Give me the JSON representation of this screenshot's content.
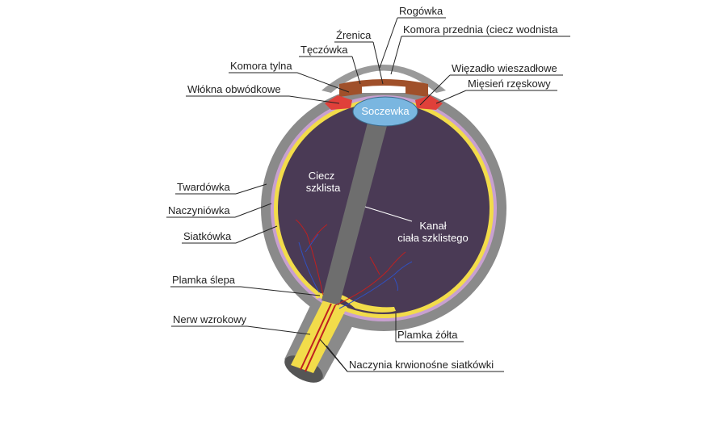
{
  "labels": {
    "rogowka": "Rogówka",
    "zrenica": "Źrenica",
    "komora_przednia": "Komora przednia (ciecz wodnista",
    "teczowka": "Tęczówka",
    "komora_tylna": "Komora tylna",
    "wiezadlo": "Więzadło wieszadłowe",
    "miesien": "Mięsień rzęskowy",
    "wlokna": "Włókna obwódkowe",
    "soczewka": "Soczewka",
    "ciecz_1": "Ciecz",
    "ciecz_2": "szklista",
    "kanal_1": "Kanał",
    "kanal_2": "ciała szklistego",
    "twardowka": "Twardówka",
    "naczyniowka": "Naczyniówka",
    "siatkowka": "Siatkówka",
    "plamka_slepa": "Plamka ślepa",
    "nerw": "Nerw wzrokowy",
    "plamka_zolta": "Plamka żółta",
    "naczynia": "Naczynia krwionośne siatkówki"
  },
  "colors": {
    "sclera": "#8a8a8a",
    "choroid": "#c8a0d0",
    "retina": "#f2dc4a",
    "vitreous": "#4a3a55",
    "lens": "#7ab6e0",
    "iris": "#a0502a",
    "ciliary": "#e0403a",
    "vessel_red": "#c02020",
    "vessel_blue": "#3050c0"
  }
}
